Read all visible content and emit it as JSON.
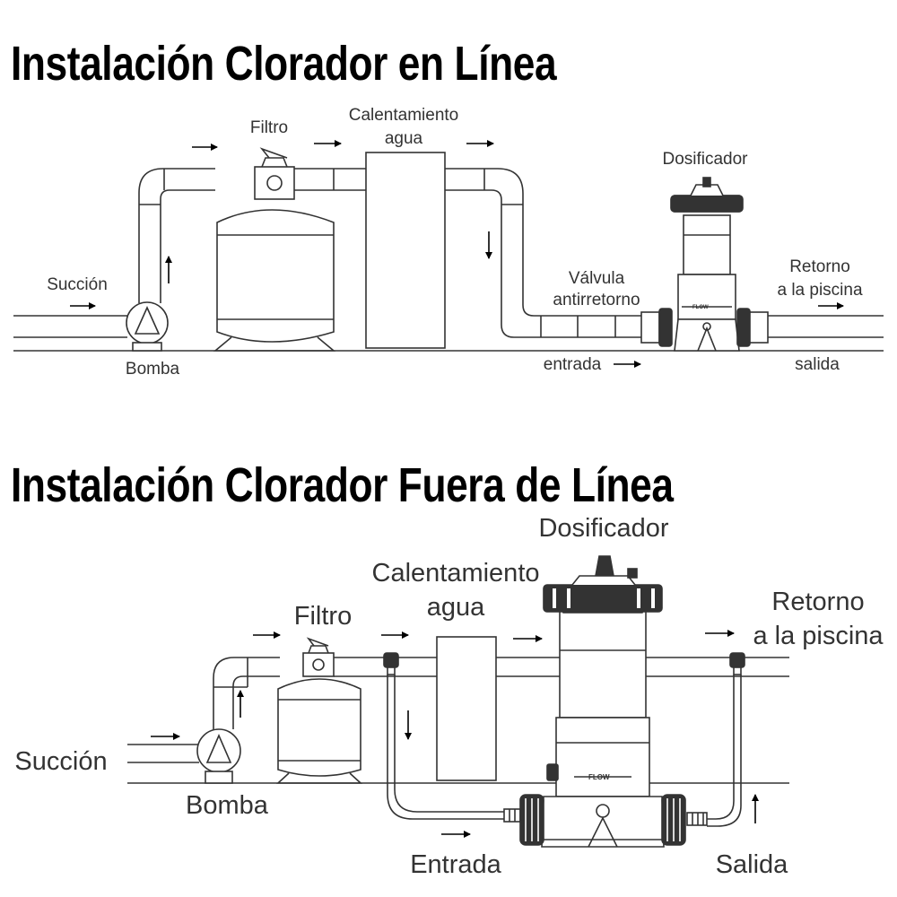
{
  "diagram_top": {
    "title": "Instalación Clorador en Línea",
    "labels": {
      "filtro": "Filtro",
      "calentamiento_1": "Calentamiento",
      "calentamiento_2": "agua",
      "dosificador": "Dosificador",
      "succion": "Succión",
      "valvula_1": "Válvula",
      "valvula_2": "antirretorno",
      "retorno_1": "Retorno",
      "retorno_2": "a la piscina",
      "bomba": "Bomba",
      "entrada": "entrada",
      "salida": "salida",
      "flow": "FLOW"
    }
  },
  "diagram_bottom": {
    "title": "Instalación Clorador Fuera de Línea",
    "labels": {
      "dosificador": "Dosificador",
      "calentamiento_1": "Calentamiento",
      "calentamiento_2": "agua",
      "filtro": "Filtro",
      "retorno_1": "Retorno",
      "retorno_2": "a la piscina",
      "succion": "Succión",
      "bomba": "Bomba",
      "entrada": "Entrada",
      "salida": "Salida",
      "flow": "FLOW"
    }
  }
}
